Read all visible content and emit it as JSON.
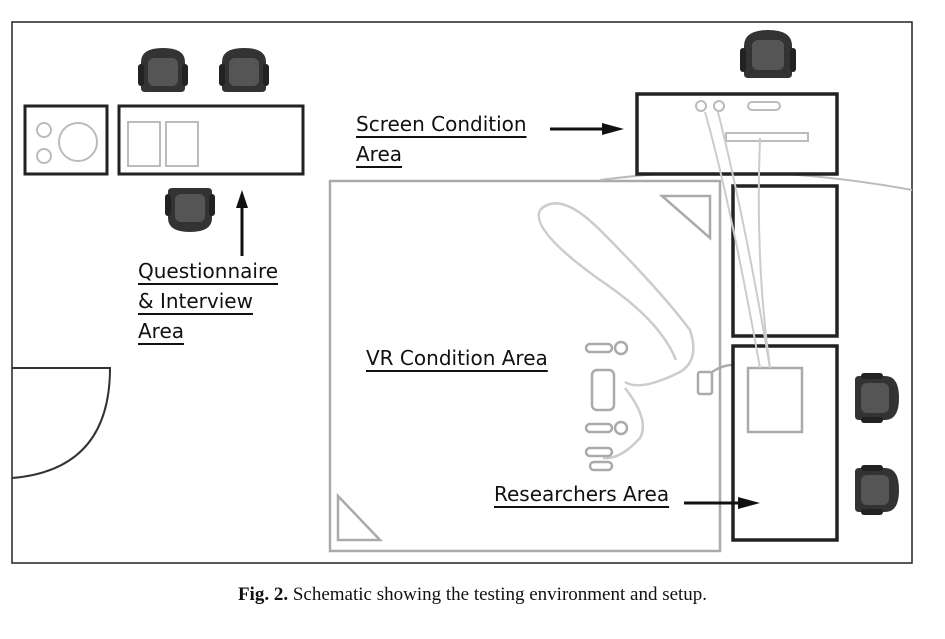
{
  "labels": {
    "questionnaire": [
      "Questionnaire",
      "& Interview",
      "Area"
    ],
    "screen": [
      "Screen Condition",
      "Area"
    ],
    "vr": "VR Condition Area",
    "researchers": "Researchers Area"
  },
  "caption": {
    "prefix": "Fig. 2.",
    "text": " Schematic showing the testing environment and setup."
  }
}
